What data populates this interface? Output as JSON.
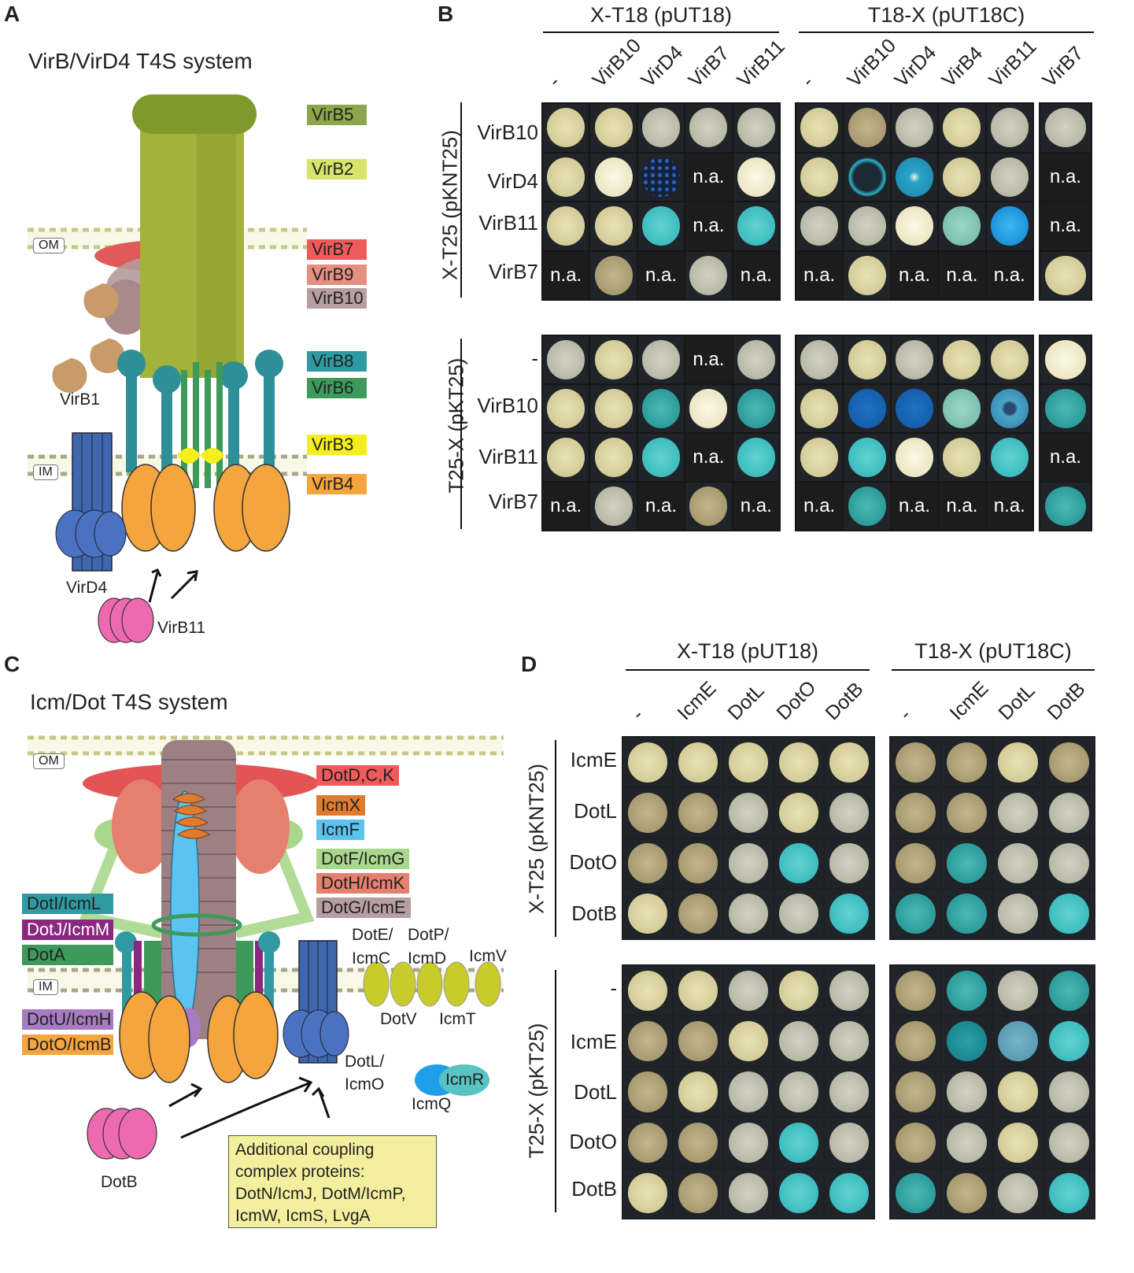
{
  "panelA": {
    "letter": "A",
    "title": "VirB/VirD4 T4S system",
    "om": "OM",
    "im": "IM",
    "labels": [
      {
        "text": "VirB5",
        "color": "#8ea64b"
      },
      {
        "text": "VirB2",
        "color": "#d7e36a"
      },
      {
        "text": "VirB7",
        "color": "#ef5a5a"
      },
      {
        "text": "VirB9",
        "color": "#e58f80"
      },
      {
        "text": "VirB10",
        "color": "#b79ea0"
      },
      {
        "text": "VirB8",
        "color": "#2f9aa2"
      },
      {
        "text": "VirB6",
        "color": "#3d9a5a"
      },
      {
        "text": "VirB3",
        "color": "#f4ee1c"
      },
      {
        "text": "VirB4",
        "color": "#f5a53d"
      }
    ],
    "virb1": "VirB1",
    "virD4": "VirD4",
    "virB11": "VirB11"
  },
  "panelB": {
    "letter": "B",
    "group1_header": "X-T18 (pUT18)",
    "group2_header": "T18-X (pUT18C)",
    "cols1": [
      "-",
      "VirB10",
      "VirD4",
      "VirB7",
      "VirB11"
    ],
    "cols2": [
      "-",
      "VirB10",
      "VirD4",
      "VirB4",
      "VirB11"
    ],
    "cols3": [
      "VirB7"
    ],
    "top_side": "X-T25 (pKNT25)",
    "bottom_side": "T25-X (pKT25)",
    "top_rows": [
      "VirB10",
      "VirD4",
      "VirB11",
      "VirB7"
    ],
    "bottom_rows": [
      "-",
      "VirB10",
      "VirB11",
      "VirB7"
    ],
    "na": "n.a.",
    "top_grid1": [
      [
        "y",
        "y",
        "g",
        "g",
        "g"
      ],
      [
        "y",
        "w",
        "dots",
        "na",
        "w"
      ],
      [
        "y",
        "y",
        "c",
        "na",
        "c"
      ]
    ],
    "top_grid1_last": [
      "na",
      "d",
      "na",
      "g",
      "na"
    ],
    "top_grid2": [
      [
        "y",
        "d",
        "g",
        "y",
        "g"
      ],
      [
        "y",
        "cr",
        "cr2",
        "y",
        "g"
      ],
      [
        "g",
        "g",
        "w",
        "c2",
        "b"
      ],
      [
        "na",
        "y",
        "na",
        "na",
        "na"
      ]
    ],
    "top_grid3": [
      "g",
      "na",
      "na",
      "y"
    ],
    "bot_grid1": [
      [
        "g",
        "y",
        "g",
        "na",
        "g"
      ],
      [
        "y",
        "y",
        "ct",
        "w",
        "ct"
      ],
      [
        "y",
        "y",
        "c",
        "na",
        "c"
      ],
      [
        "na",
        "g",
        "na",
        "d",
        "na"
      ]
    ],
    "bot_grid2": [
      [
        "g",
        "y",
        "g",
        "y",
        "y"
      ],
      [
        "y",
        "bd",
        "bd",
        "c2",
        "br"
      ],
      [
        "y",
        "c",
        "w",
        "y",
        "c"
      ],
      [
        "na",
        "ct",
        "na",
        "na",
        "na"
      ]
    ],
    "bot_grid3": [
      "w",
      "ct",
      "na",
      "ct"
    ]
  },
  "panelC": {
    "letter": "C",
    "title": "Icm/Dot T4S system",
    "om": "OM",
    "im": "IM",
    "labels_right": [
      {
        "text": "DotD,C,K",
        "color": "#ef5a5a"
      },
      {
        "text": "IcmX",
        "color": "#e07b2e"
      },
      {
        "text": "IcmF",
        "color": "#5bc3ef"
      },
      {
        "text": "DotF/IcmG",
        "color": "#a9d88c"
      },
      {
        "text": "DotH/IcmK",
        "color": "#e5806f"
      },
      {
        "text": "DotG/IcmE",
        "color": "#b79ea0"
      }
    ],
    "labels_left": [
      {
        "text": "DotI/IcmL",
        "color": "#2f9aa2"
      },
      {
        "text": "DotJ/IcmM",
        "color": "#8b2780"
      },
      {
        "text": "DotA",
        "color": "#3d9a5a"
      },
      {
        "text": "DotU/IcmH",
        "color": "#a77bc2"
      },
      {
        "text": "DotO/IcmB",
        "color": "#f5a53d"
      }
    ],
    "dotE": "DotE/",
    "icmC": "IcmC",
    "dotP": "DotP/",
    "icmD": "IcmD",
    "icmV": "IcmV",
    "dotV": "DotV",
    "icmT": "IcmT",
    "dotL": "DotL/",
    "icmO": "IcmO",
    "icmR": "IcmR",
    "icmQ": "IcmQ",
    "dotB": "DotB",
    "box": [
      "Additional coupling",
      "complex proteins:",
      "DotN/IcmJ, DotM/IcmP,",
      "IcmW, IcmS, LvgA"
    ]
  },
  "panelD": {
    "letter": "D",
    "group1_header": "X-T18 (pUT18)",
    "group2_header": "T18-X (pUT18C)",
    "cols1": [
      "-",
      "IcmE",
      "DotL",
      "DotO",
      "DotB"
    ],
    "cols2": [
      "-",
      "IcmE",
      "DotL",
      "DotB"
    ],
    "top_side": "X-T25 (pKNT25)",
    "bottom_side": "T25-X (pKT25)",
    "top_rows": [
      "IcmE",
      "DotL",
      "DotO",
      "DotB"
    ],
    "bottom_rows": [
      "-",
      "IcmE",
      "DotL",
      "DotO",
      "DotB"
    ],
    "top_grid1": [
      [
        "y",
        "y",
        "y",
        "y",
        "y"
      ],
      [
        "d",
        "d",
        "g",
        "y",
        "g"
      ],
      [
        "d",
        "d",
        "g",
        "c",
        "g"
      ],
      [
        "y",
        "d",
        "g",
        "g",
        "c"
      ]
    ],
    "top_grid2": [
      [
        "d",
        "d",
        "y",
        "d"
      ],
      [
        "d",
        "d",
        "g",
        "g"
      ],
      [
        "d",
        "ct",
        "g",
        "g"
      ],
      [
        "ct",
        "ct",
        "g",
        "c"
      ]
    ],
    "bot_grid1": [
      [
        "y",
        "y",
        "g",
        "y",
        "g"
      ],
      [
        "d",
        "d",
        "y",
        "g",
        "g"
      ],
      [
        "d",
        "y",
        "g",
        "g",
        "g"
      ],
      [
        "d",
        "d",
        "g",
        "c",
        "g"
      ],
      [
        "y",
        "d",
        "g",
        "c",
        "c"
      ]
    ],
    "bot_grid2": [
      [
        "d",
        "ct",
        "g",
        "ct"
      ],
      [
        "d",
        "cb",
        "cb2",
        "c"
      ],
      [
        "d",
        "g",
        "y",
        "g"
      ],
      [
        "d",
        "g",
        "y",
        "g"
      ],
      [
        "ct",
        "d",
        "g",
        "c"
      ]
    ]
  }
}
